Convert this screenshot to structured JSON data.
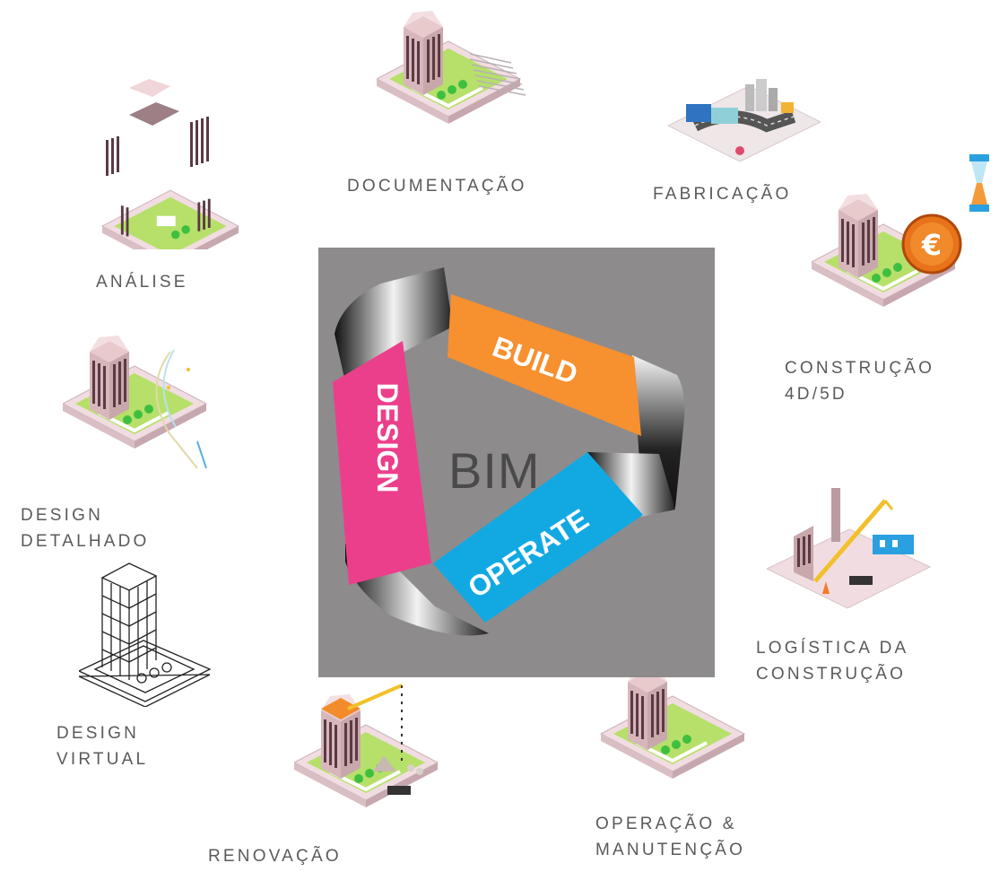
{
  "center": {
    "title": "BIM",
    "segments": [
      {
        "label": "DESIGN",
        "color": "#ec3f8b"
      },
      {
        "label": "BUILD",
        "color": "#f7902f"
      },
      {
        "label": "OPERATE",
        "color": "#12a9e2"
      }
    ],
    "background": "#8e8b8c"
  },
  "stages": {
    "analise": "ANÁLISE",
    "documentacao": "DOCUMENTAÇÃO",
    "fabricacao": "FABRICAÇÃO",
    "construcao": "CONSTRUÇÃO\n4D/5D",
    "design_detalhado": "DESIGN\nDETALHADO",
    "design_virtual": "DESIGN\nVIRTUAL",
    "logistica": "LOGÍSTICA DA\nCONSTRUÇÃO",
    "operacao": "OPERAÇÃO &\nMANUTENÇÃO",
    "renovacao": "RENOVAÇÃO"
  },
  "icons": {
    "analise": "exploded-building-icon",
    "documentacao": "building-with-documents-icon",
    "fabricacao": "factory-truck-icon",
    "construcao": "building-cost-time-icon",
    "design_detalhado": "building-detail-icon",
    "design_virtual": "wireframe-building-icon",
    "logistica": "construction-crane-site-icon",
    "operacao": "building-maintenance-icon",
    "renovacao": "renovation-crane-icon"
  },
  "colors": {
    "roof": "#e8c9cc",
    "facade": "#c9a8ac",
    "window": "#5b3a44",
    "lawn": "#b6e06a",
    "base": "#f1dde1",
    "tree": "#3fbf3f"
  }
}
